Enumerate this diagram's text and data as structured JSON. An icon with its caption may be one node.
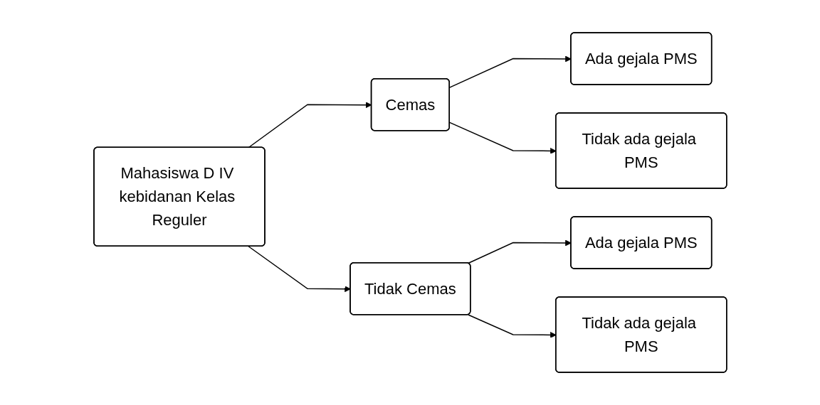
{
  "diagram": {
    "nodes": [
      {
        "text": [
          "Mahasiswa D IV kebidanan Kelas Reguler"
        ]
      },
      {
        "text": [
          "Cemas"
        ]
      },
      {
        "text": [
          "Tidak Cemas"
        ]
      },
      {
        "text": [
          "Ada gejala PMS"
        ]
      },
      {
        "text": [
          "Tidak ada gejala PMS"
        ]
      },
      {
        "text": [
          "Ada gejala PMS"
        ]
      },
      {
        "text": [
          "Tidak ada gejala PMS"
        ]
      }
    ],
    "edges": [
      {
        "from": 0,
        "to": 1,
        "arrow": "to"
      },
      {
        "from": 0,
        "to": 2,
        "arrow": "to"
      },
      {
        "from": 1,
        "to": 3,
        "arrow": "to"
      },
      {
        "from": 1,
        "to": 4,
        "arrow": "to"
      },
      {
        "from": 2,
        "to": 5,
        "arrow": "to"
      },
      {
        "from": 2,
        "to": 6,
        "arrow": "to"
      }
    ]
  }
}
